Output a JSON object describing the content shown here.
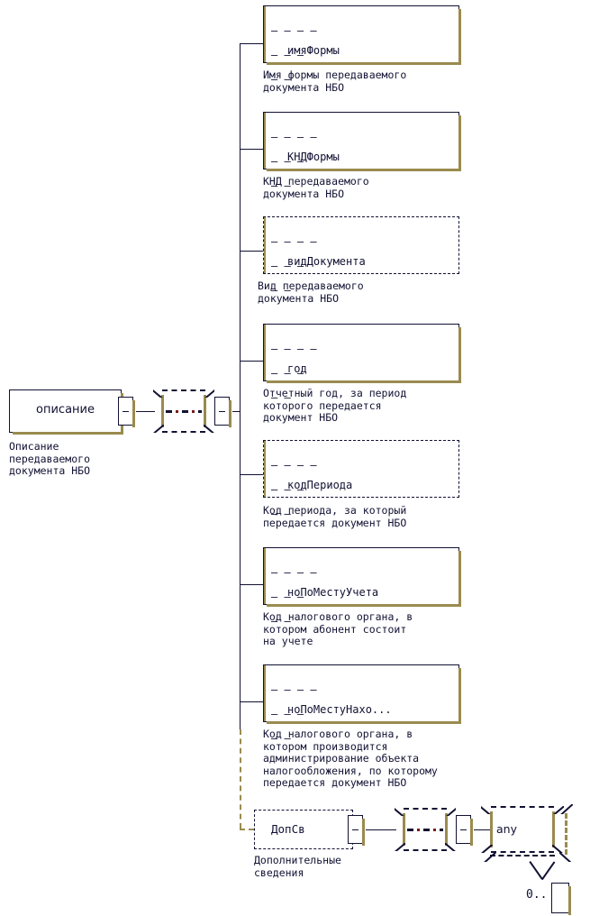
{
  "diagram": {
    "kind": "xsd-schema-tree",
    "root": {
      "name": "описание",
      "doc": "Описание\nпередаваемого\nдокумента НБО",
      "toggle": "−"
    },
    "compositor": {
      "type": "sequence",
      "toggle": "−"
    },
    "attr_dashes": [
      "– – – –",
      "– – –",
      "– –"
    ],
    "elements": [
      {
        "name": "имяФормы",
        "doc": "Имя формы передаваемого\nдокумента НБО",
        "optional": false
      },
      {
        "name": "КНДФормы",
        "doc": "КНД передаваемого\nдокумента НБО",
        "optional": false
      },
      {
        "name": "видДокумента",
        "doc": "Вид передаваемого\nдокумента НБО",
        "optional": true
      },
      {
        "name": "год",
        "doc": "Отчетный год, за период\nкоторого передается\nдокумент НБО",
        "optional": false
      },
      {
        "name": "кодПериода",
        "doc": "Код периода, за который\nпередается документ НБО",
        "optional": true
      },
      {
        "name": "ноПоМестуУчета",
        "doc": "Код налогового органа, в\nкотором абонент состоит\nна учете",
        "optional": false
      },
      {
        "name": "ноПоМестуНахо...",
        "doc": "Код налогового органа, в\nкотором производится\nадминистрирование объекта\nналогообложения, по которому\nпередается документ НБО",
        "optional": false
      }
    ],
    "extra": {
      "name": "ДопСв",
      "doc": "Дополнительные\nсведения",
      "optional": true,
      "toggle": "−",
      "inner_compositor": {
        "type": "sequence",
        "toggle": "−"
      },
      "wildcard": {
        "name": "any",
        "cardinality": "0.."
      }
    }
  },
  "colors": {
    "line": "#111133",
    "accent": "#9a8b4f",
    "text": "#111133",
    "background": "#ffffff"
  }
}
